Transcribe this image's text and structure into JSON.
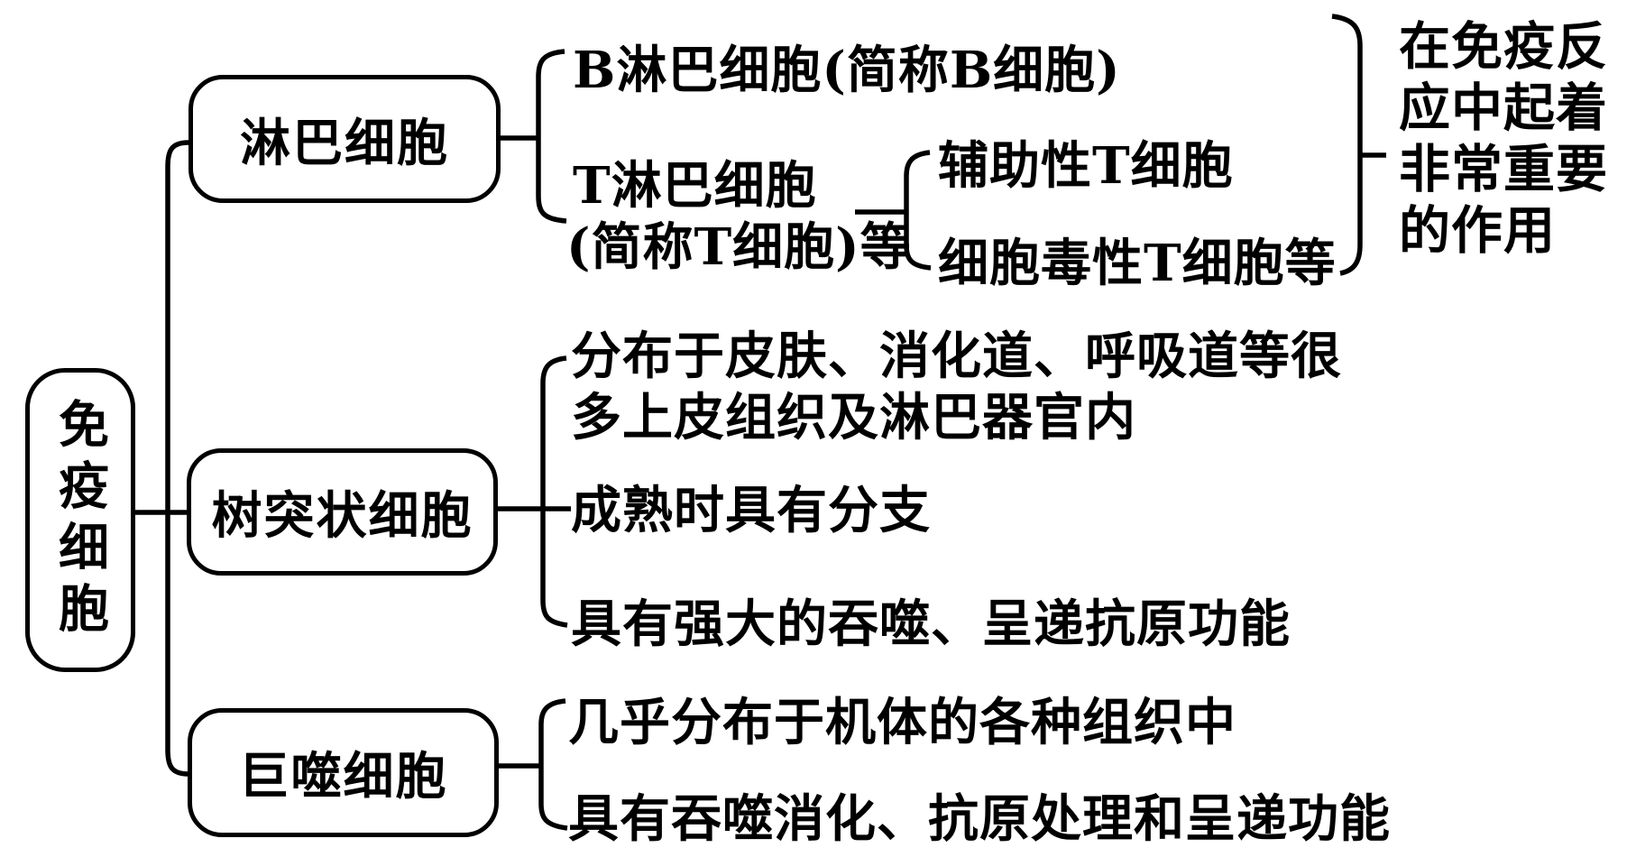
{
  "root": {
    "label": "免疫细胞"
  },
  "lymphocyte": {
    "label": "淋巴细胞",
    "b_cell": "B淋巴细胞(简称B细胞)",
    "t_cell_line1": "T淋巴细胞",
    "t_cell_line2": "(简称T细胞)等",
    "helper_t": "辅助性T细胞",
    "cytotoxic_t": "细胞毒性T细胞等",
    "role_note_lines": [
      "在免疫反",
      "应中起着",
      "非常重要",
      "的作用"
    ]
  },
  "dendritic": {
    "label": "树突状细胞",
    "distribution_line1": "分布于皮肤、消化道、呼吸道等很",
    "distribution_line2": "多上皮组织及淋巴器官内",
    "maturity": "成熟时具有分支",
    "function": "具有强大的吞噬、呈递抗原功能"
  },
  "macrophage": {
    "label": "巨噬细胞",
    "distribution": "几乎分布于机体的各种组织中",
    "function": "具有吞噬消化、抗原处理和呈递功能"
  },
  "colors": {
    "ink": "#000000",
    "background": "#ffffff"
  }
}
